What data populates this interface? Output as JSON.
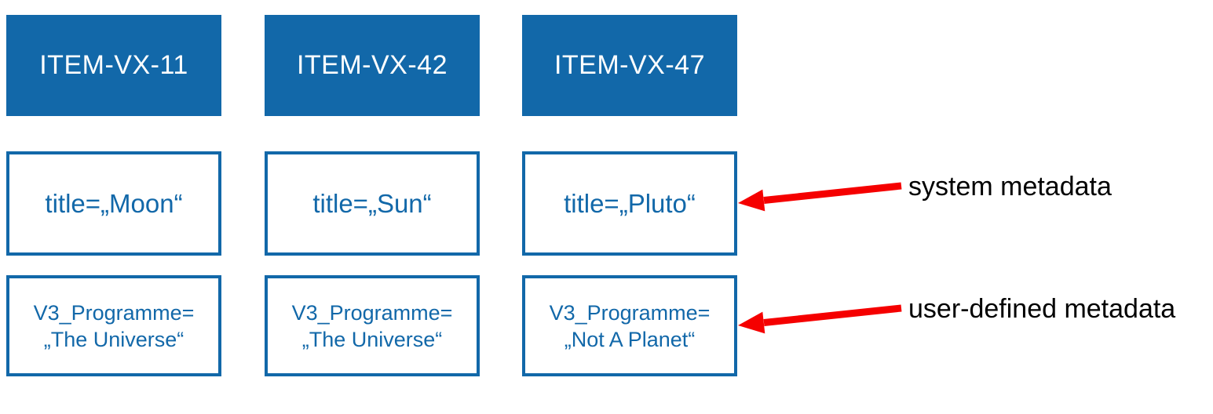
{
  "diagram": {
    "items": [
      {
        "id": "ITEM-VX-11",
        "system_metadata": "title=„Moon“",
        "user_metadata": {
          "line1": "V3_Programme=",
          "line2": "„The Universe“"
        }
      },
      {
        "id": "ITEM-VX-42",
        "system_metadata": "title=„Sun“",
        "user_metadata": {
          "line1": "V3_Programme=",
          "line2": "„The Universe“"
        }
      },
      {
        "id": "ITEM-VX-47",
        "system_metadata": "title=„Pluto“",
        "user_metadata": {
          "line1": "V3_Programme=",
          "line2": "„Not A Planet“"
        }
      }
    ],
    "annotations": [
      {
        "label": "system metadata"
      },
      {
        "label": "user-defined metadata"
      }
    ]
  },
  "colors": {
    "blue": "#1268A9",
    "red": "#F50000",
    "label_black": "#000000",
    "background": "#FFFFFF"
  }
}
